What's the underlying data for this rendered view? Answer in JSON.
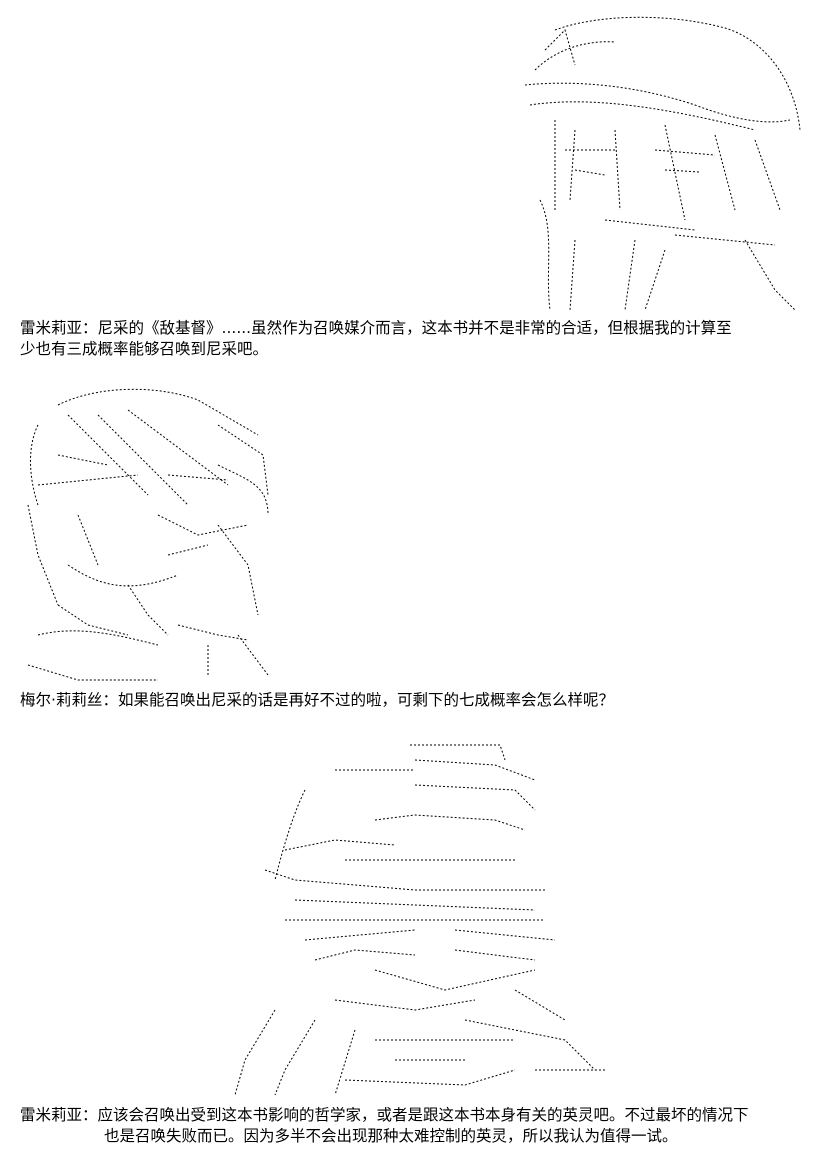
{
  "panels": [
    {
      "speaker": "雷米莉亚",
      "separator": "：",
      "lines": [
        "尼采的《敌基督》......虽然作为召唤媒介而言，这本书并不是非常的合适，但根据我的计算至",
        "少也有三成概率能够召唤到尼采吧。"
      ],
      "art_icon": "remilia-ascii-art"
    },
    {
      "speaker": "梅尔·莉莉丝",
      "separator": "：",
      "lines": [
        "如果能召唤出尼采的话是再好不过的啦，可剩下的七成概率会怎么样呢？"
      ],
      "art_icon": "meryl-lilith-ascii-art"
    },
    {
      "speaker": "雷米莉亚",
      "separator": "：",
      "lines": [
        "应该会召唤出受到这本书影响的哲学家，或者是跟这本书本身有关的英灵吧。不过最坏的情况下",
        "也是召唤失败而已。因为多半不会出现那种太难控制的英灵，所以我认为值得一试。"
      ],
      "art_icon": "remilia-hat-ascii-art"
    }
  ],
  "colors": {
    "ink": "#000000",
    "background": "#ffffff"
  }
}
